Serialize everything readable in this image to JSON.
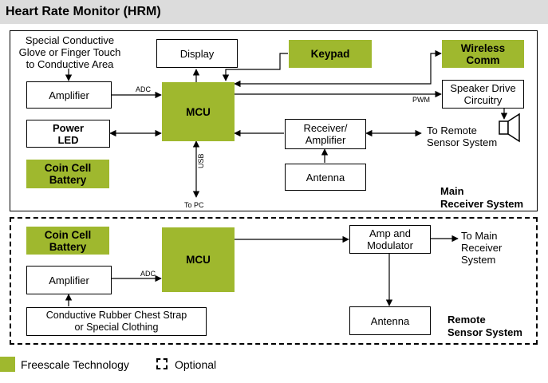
{
  "title": "Heart Rate Monitor (HRM)",
  "colors": {
    "freescale": "#9fb82e",
    "header_bg": "#dcdcdc"
  },
  "main": {
    "system_label": "Main\nReceiver System",
    "glove_text": "Special Conductive\nGlove or Finger Touch\nto Conductive Area",
    "amplifier": "Amplifier",
    "display": "Display",
    "keypad": "Keypad",
    "wireless": "Wireless\nComm",
    "speaker": "Speaker Drive\nCircuitry",
    "mcu": "MCU",
    "power_led": "Power\nLED",
    "coin_cell": "Coin Cell\nBattery",
    "receiver": "Receiver/\nAmplifier",
    "antenna": "Antenna",
    "adc": "ADC",
    "pwm": "PWM",
    "usb": "USB",
    "to_pc": "To PC",
    "to_remote": "To Remote\nSensor System"
  },
  "remote": {
    "system_label": "Remote\nSensor System",
    "coin_cell": "Coin Cell\nBattery",
    "mcu": "MCU",
    "amplifier": "Amplifier",
    "adc": "ADC",
    "chest_strap": "Conductive Rubber Chest Strap\nor Special Clothing",
    "amp_mod": "Amp and\nModulator",
    "to_main": "To Main\nReceiver\nSystem",
    "antenna": "Antenna"
  },
  "legend": {
    "freescale": "Freescale Technology",
    "optional": "Optional"
  }
}
